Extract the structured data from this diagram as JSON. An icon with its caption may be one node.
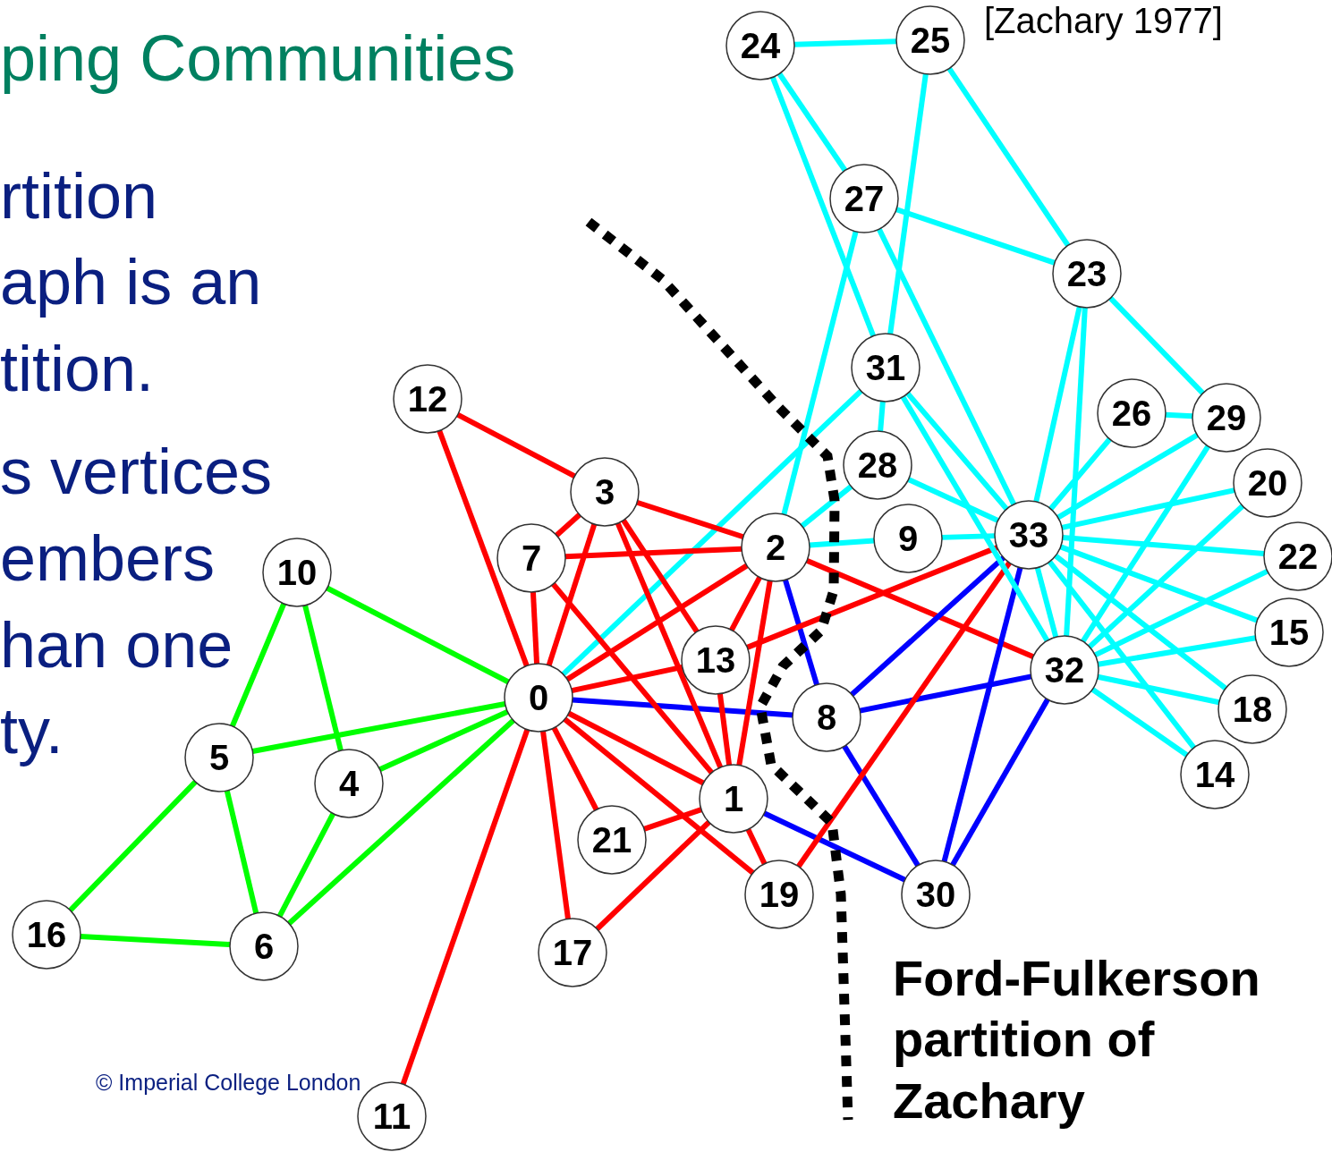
{
  "diagram": {
    "title": "ping Communities",
    "nodes": [
      {
        "text": [
          "0"
        ]
      },
      {
        "text": [
          "1"
        ]
      },
      {
        "text": [
          "2"
        ]
      },
      {
        "text": [
          "3"
        ]
      },
      {
        "text": [
          "4"
        ]
      },
      {
        "text": [
          "5"
        ]
      },
      {
        "text": [
          "6"
        ]
      },
      {
        "text": [
          "7"
        ]
      },
      {
        "text": [
          "8"
        ]
      },
      {
        "text": [
          "9"
        ]
      },
      {
        "text": [
          "10"
        ]
      },
      {
        "text": [
          "11"
        ]
      },
      {
        "text": [
          "12"
        ]
      },
      {
        "text": [
          "13"
        ]
      },
      {
        "text": [
          "14"
        ]
      },
      {
        "text": [
          "15"
        ]
      },
      {
        "text": [
          "16"
        ]
      },
      {
        "text": [
          "17"
        ]
      },
      {
        "text": [
          "18"
        ]
      },
      {
        "text": [
          "19"
        ]
      },
      {
        "text": [
          "20"
        ]
      },
      {
        "text": [
          "21"
        ]
      },
      {
        "text": [
          "22"
        ]
      },
      {
        "text": [
          "23"
        ]
      },
      {
        "text": [
          "24"
        ]
      },
      {
        "text": [
          "25"
        ]
      },
      {
        "text": [
          "26"
        ]
      },
      {
        "text": [
          "27"
        ]
      },
      {
        "text": [
          "28"
        ]
      },
      {
        "text": [
          "29"
        ]
      },
      {
        "text": [
          "30"
        ]
      },
      {
        "text": [
          "31"
        ]
      },
      {
        "text": [
          "32"
        ]
      },
      {
        "text": [
          "33"
        ]
      }
    ],
    "edges": [
      {
        "from": 0,
        "to": 1,
        "arrow": "none",
        "color": "#ff0000"
      },
      {
        "from": 0,
        "to": 2,
        "arrow": "none",
        "color": "#ff0000"
      },
      {
        "from": 0,
        "to": 3,
        "arrow": "none",
        "color": "#ff0000"
      },
      {
        "from": 0,
        "to": 4,
        "arrow": "none",
        "color": "#00ff00"
      },
      {
        "from": 0,
        "to": 5,
        "arrow": "none",
        "color": "#00ff00"
      },
      {
        "from": 0,
        "to": 6,
        "arrow": "none",
        "color": "#00ff00"
      },
      {
        "from": 0,
        "to": 7,
        "arrow": "none",
        "color": "#ff0000"
      },
      {
        "from": 0,
        "to": 8,
        "arrow": "none",
        "color": "#0000ff"
      },
      {
        "from": 0,
        "to": 10,
        "arrow": "none",
        "color": "#00ff00"
      },
      {
        "from": 0,
        "to": 11,
        "arrow": "none",
        "color": "#ff0000"
      },
      {
        "from": 0,
        "to": 12,
        "arrow": "none",
        "color": "#ff0000"
      },
      {
        "from": 0,
        "to": 13,
        "arrow": "none",
        "color": "#ff0000"
      },
      {
        "from": 0,
        "to": 17,
        "arrow": "none",
        "color": "#ff0000"
      },
      {
        "from": 0,
        "to": 19,
        "arrow": "none",
        "color": "#ff0000"
      },
      {
        "from": 0,
        "to": 21,
        "arrow": "none",
        "color": "#ff0000"
      },
      {
        "from": 0,
        "to": 31,
        "arrow": "none"
      },
      {
        "from": 1,
        "to": 2,
        "arrow": "none",
        "color": "#ff0000"
      },
      {
        "from": 1,
        "to": 3,
        "arrow": "none",
        "color": "#ff0000"
      },
      {
        "from": 1,
        "to": 7,
        "arrow": "none",
        "color": "#ff0000"
      },
      {
        "from": 1,
        "to": 13,
        "arrow": "none",
        "color": "#ff0000"
      },
      {
        "from": 1,
        "to": 17,
        "arrow": "none",
        "color": "#ff0000"
      },
      {
        "from": 1,
        "to": 19,
        "arrow": "none",
        "color": "#ff0000"
      },
      {
        "from": 1,
        "to": 21,
        "arrow": "none",
        "color": "#ff0000"
      },
      {
        "from": 1,
        "to": 30,
        "arrow": "none",
        "color": "#0000ff"
      },
      {
        "from": 2,
        "to": 3,
        "arrow": "none",
        "color": "#ff0000"
      },
      {
        "from": 2,
        "to": 7,
        "arrow": "none",
        "color": "#ff0000"
      },
      {
        "from": 2,
        "to": 8,
        "arrow": "none",
        "color": "#0000ff"
      },
      {
        "from": 2,
        "to": 9,
        "arrow": "none"
      },
      {
        "from": 2,
        "to": 13,
        "arrow": "none",
        "color": "#ff0000"
      },
      {
        "from": 2,
        "to": 27,
        "arrow": "none"
      },
      {
        "from": 2,
        "to": 28,
        "arrow": "none"
      },
      {
        "from": 2,
        "to": 32,
        "arrow": "none",
        "color": "#ff0000"
      },
      {
        "from": 3,
        "to": 7,
        "arrow": "none",
        "color": "#ff0000"
      },
      {
        "from": 3,
        "to": 12,
        "arrow": "none",
        "color": "#ff0000"
      },
      {
        "from": 3,
        "to": 13,
        "arrow": "none",
        "color": "#ff0000"
      },
      {
        "from": 4,
        "to": 6,
        "arrow": "none",
        "color": "#00ff00"
      },
      {
        "from": 4,
        "to": 10,
        "arrow": "none",
        "color": "#00ff00"
      },
      {
        "from": 5,
        "to": 6,
        "arrow": "none",
        "color": "#00ff00"
      },
      {
        "from": 5,
        "to": 10,
        "arrow": "none",
        "color": "#00ff00"
      },
      {
        "from": 5,
        "to": 16,
        "arrow": "none",
        "color": "#00ff00"
      },
      {
        "from": 6,
        "to": 16,
        "arrow": "none",
        "color": "#00ff00"
      },
      {
        "from": 8,
        "to": 30,
        "arrow": "none",
        "color": "#0000ff"
      },
      {
        "from": 8,
        "to": 32,
        "arrow": "none",
        "color": "#0000ff"
      },
      {
        "from": 8,
        "to": 33,
        "arrow": "none",
        "color": "#0000ff"
      },
      {
        "from": 9,
        "to": 33,
        "arrow": "none"
      },
      {
        "from": 13,
        "to": 33,
        "arrow": "none",
        "color": "#ff0000"
      },
      {
        "from": 14,
        "to": 32,
        "arrow": "none"
      },
      {
        "from": 14,
        "to": 33,
        "arrow": "none"
      },
      {
        "from": 15,
        "to": 32,
        "arrow": "none"
      },
      {
        "from": 15,
        "to": 33,
        "arrow": "none"
      },
      {
        "from": 18,
        "to": 32,
        "arrow": "none"
      },
      {
        "from": 18,
        "to": 33,
        "arrow": "none"
      },
      {
        "from": 19,
        "to": 33,
        "arrow": "none",
        "color": "#ff0000"
      },
      {
        "from": 20,
        "to": 32,
        "arrow": "none"
      },
      {
        "from": 20,
        "to": 33,
        "arrow": "none"
      },
      {
        "from": 22,
        "to": 32,
        "arrow": "none"
      },
      {
        "from": 22,
        "to": 33,
        "arrow": "none"
      },
      {
        "from": 23,
        "to": 25,
        "arrow": "none"
      },
      {
        "from": 23,
        "to": 27,
        "arrow": "none"
      },
      {
        "from": 23,
        "to": 29,
        "arrow": "none"
      },
      {
        "from": 23,
        "to": 32,
        "arrow": "none"
      },
      {
        "from": 23,
        "to": 33,
        "arrow": "none"
      },
      {
        "from": 24,
        "to": 25,
        "arrow": "none"
      },
      {
        "from": 24,
        "to": 27,
        "arrow": "none"
      },
      {
        "from": 24,
        "to": 31,
        "arrow": "none"
      },
      {
        "from": 25,
        "to": 31,
        "arrow": "none"
      },
      {
        "from": 26,
        "to": 29,
        "arrow": "none"
      },
      {
        "from": 26,
        "to": 33,
        "arrow": "none"
      },
      {
        "from": 27,
        "to": 33,
        "arrow": "none"
      },
      {
        "from": 28,
        "to": 31,
        "arrow": "none"
      },
      {
        "from": 28,
        "to": 33,
        "arrow": "none"
      },
      {
        "from": 29,
        "to": 32,
        "arrow": "none"
      },
      {
        "from": 29,
        "to": 33,
        "arrow": "none"
      },
      {
        "from": 30,
        "to": 32,
        "arrow": "none",
        "color": "#0000ff"
      },
      {
        "from": 30,
        "to": 33,
        "arrow": "none",
        "color": "#0000ff"
      },
      {
        "from": 31,
        "to": 32,
        "arrow": "none"
      },
      {
        "from": 31,
        "to": 33,
        "arrow": "none"
      },
      {
        "from": 32,
        "to": 33,
        "arrow": "none"
      }
    ],
    "labels": [
      "[Zachary 1977]",
      "rtition",
      "aph is an",
      "tition.",
      "s vertices",
      "embers",
      "han one",
      "ty.",
      "Ford-Fulkerson partition of Zachary",
      "© Imperial College London"
    ]
  }
}
